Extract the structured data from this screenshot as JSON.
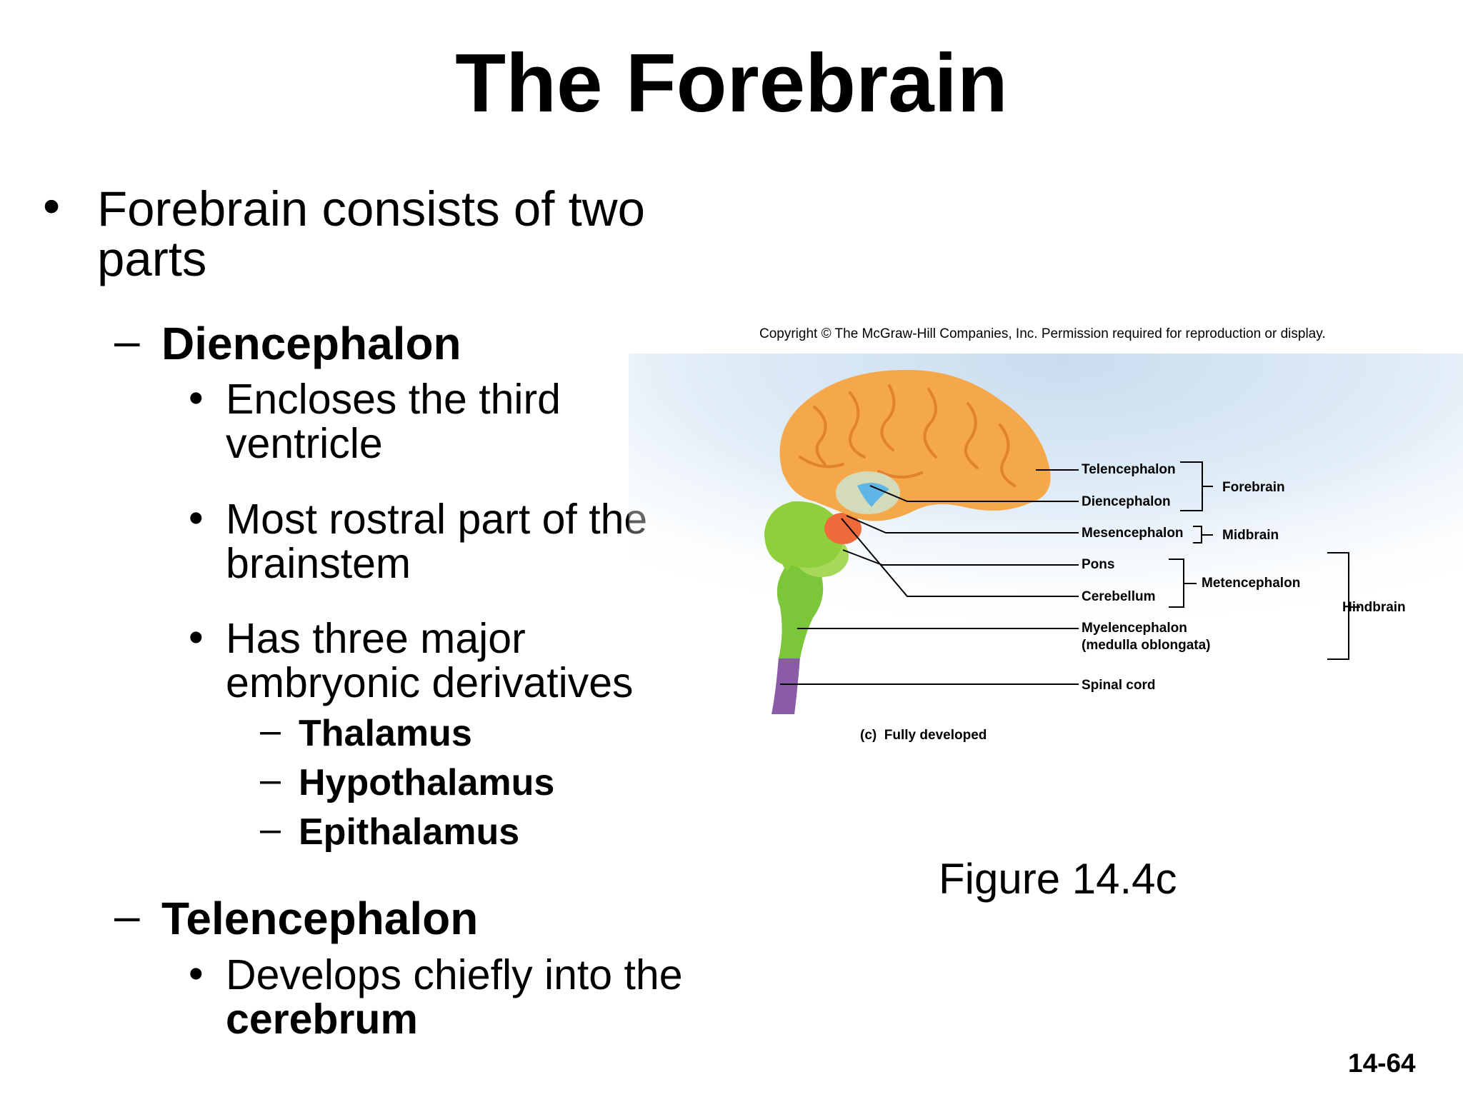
{
  "slide": {
    "title": "The Forebrain",
    "bullet_1": {
      "marker": "•",
      "line_1": "Forebrain consists of two",
      "line_2": "parts"
    },
    "diencephalon": {
      "marker": "–",
      "label": "Diencephalon",
      "sub_1": {
        "marker": "•",
        "line_1": "Encloses the third",
        "line_2": "ventricle"
      },
      "sub_2": {
        "marker": "•",
        "line_1": "Most rostral part of the",
        "line_2": "brainstem"
      },
      "sub_3": {
        "marker": "•",
        "line_1": "Has three major",
        "line_2": "embryonic derivatives"
      },
      "derivatives": [
        {
          "marker": "–",
          "label": "Thalamus"
        },
        {
          "marker": "–",
          "label": "Hypothalamus"
        },
        {
          "marker": "–",
          "label": "Epithalamus"
        }
      ]
    },
    "telencephalon": {
      "marker": "–",
      "label": "Telencephalon",
      "sub_1": {
        "marker": "•",
        "line_1": "Develops chiefly into the",
        "line_2": "cerebrum"
      }
    },
    "page_number": "14-64"
  },
  "figure": {
    "copyright": "Copyright © The McGraw-Hill Companies, Inc. Permission required for reproduction or display.",
    "caption": "Figure 14.4c",
    "panel_label": "(c)  Fully developed",
    "labels": {
      "telencephalon": "Telencephalon",
      "diencephalon": "Diencephalon",
      "mesencephalon": "Mesencephalon",
      "pons": "Pons",
      "cerebellum": "Cerebellum",
      "myelencephalon": "Myelencephalon",
      "medulla": "(medulla oblongata)",
      "spinal_cord": "Spinal cord",
      "forebrain": "Forebrain",
      "midbrain": "Midbrain",
      "metencephalon": "Metencephalon",
      "hindbrain": "Hindbrain"
    },
    "colors": {
      "cerebrum": "#f5a84a",
      "cerebellum": "#8fcf3c",
      "brainstem": "#7cc63a",
      "spinal_cord": "#8a5ca8",
      "ventricle": "#5fb6e6",
      "midbrain": "#ef6a3a",
      "background_tint": "#d6e6f3"
    }
  }
}
